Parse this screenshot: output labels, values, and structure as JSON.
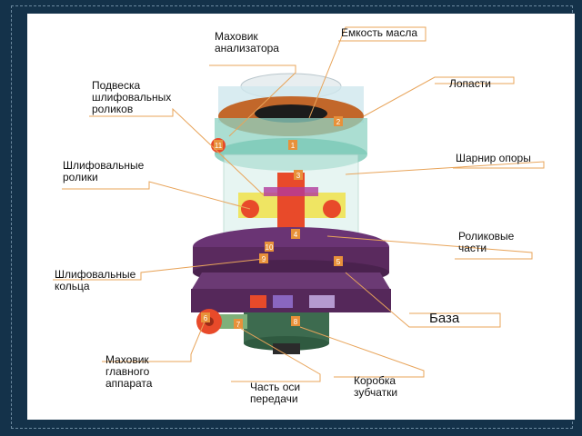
{
  "labels": {
    "flywheel_analyzer": "Маховик\nанализатора",
    "oil_tank": "Емкость масла",
    "blades": "Лопасти",
    "roller_suspension": "Подвеска\nшлифовальных\nроликов",
    "grinding_rollers": "Шлифовальные\nролики",
    "support_hinge": "Шарнир опоры",
    "roller_parts": "Роликовые\nчасти",
    "grinding_rings": "Шлифовальные\nкольца",
    "base": "База",
    "main_flywheel": "Маховик\nглавного\nаппарата",
    "drive_shaft": "Часть оси\nпередачи",
    "gearbox": "Коробка\nзубчатки"
  },
  "part_numbers": [
    "1",
    "2",
    "3",
    "4",
    "5",
    "6",
    "7",
    "8",
    "9",
    "10",
    "11"
  ],
  "colors": {
    "background": "#14324a",
    "callout": "#e8a45a",
    "housing": "#8fd3c3",
    "base": "#5a2a5e",
    "gearbox": "#3d6b4f",
    "accent": "#e84a2a"
  }
}
